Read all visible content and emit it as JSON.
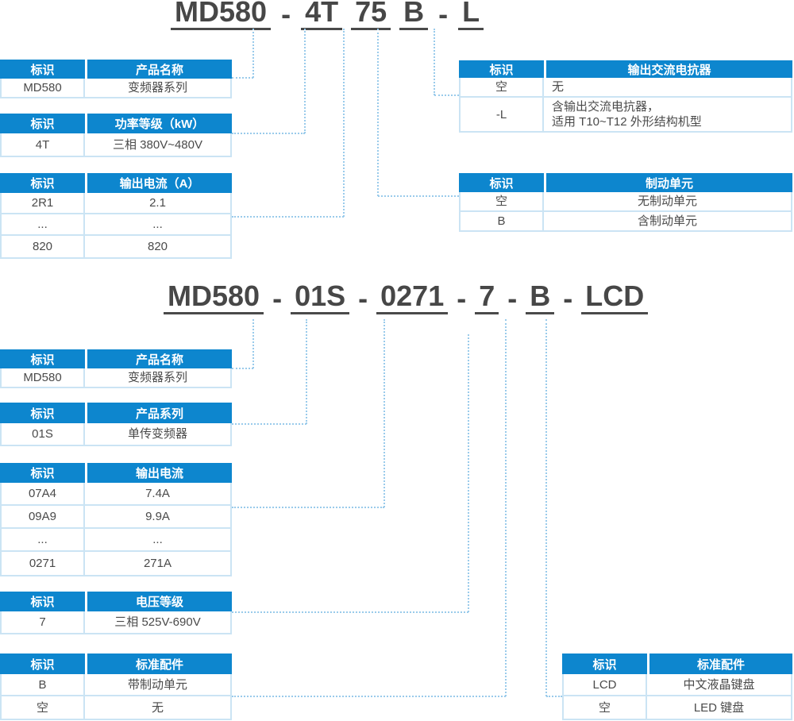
{
  "colors": {
    "header_blue": "#0d86ce",
    "table_border": "#cbe4f4",
    "connector": "#9acbeb",
    "title_text": "#474747",
    "cell_text": "#4a4a4a"
  },
  "diagram1": {
    "title_segments": [
      {
        "text": "MD580",
        "underline": true
      },
      {
        "text": "-",
        "underline": false
      },
      {
        "text": "4T",
        "underline": true
      },
      {
        "text": "75",
        "underline": true
      },
      {
        "text": "B",
        "underline": true
      },
      {
        "text": "-",
        "underline": false
      },
      {
        "text": "L",
        "underline": true
      }
    ],
    "tables": {
      "product_name": {
        "headers": [
          "标识",
          "产品名称"
        ],
        "rows": [
          [
            "MD580",
            "变频器系列"
          ]
        ]
      },
      "power_rating": {
        "headers": [
          "标识",
          "功率等级（kW）"
        ],
        "rows": [
          [
            "4T",
            "三相 380V~480V"
          ]
        ]
      },
      "output_current": {
        "headers": [
          "标识",
          "输出电流（A）"
        ],
        "rows": [
          [
            "2R1",
            "2.1"
          ],
          [
            "...",
            "..."
          ],
          [
            "820",
            "820"
          ]
        ]
      },
      "output_reactor": {
        "headers": [
          "标识",
          "输出交流电抗器"
        ],
        "rows": [
          [
            "空",
            "无"
          ],
          [
            "-L",
            "含输出交流电抗器，\n适用 T10~T12 外形结构机型"
          ]
        ]
      },
      "braking_unit": {
        "headers": [
          "标识",
          "制动单元"
        ],
        "rows": [
          [
            "空",
            "无制动单元"
          ],
          [
            "B",
            "含制动单元"
          ]
        ]
      }
    }
  },
  "diagram2": {
    "title_segments": [
      {
        "text": "MD580",
        "underline": true
      },
      {
        "text": "-",
        "underline": false
      },
      {
        "text": "01S",
        "underline": true
      },
      {
        "text": "-",
        "underline": false
      },
      {
        "text": "0271",
        "underline": true
      },
      {
        "text": "-",
        "underline": false
      },
      {
        "text": "7",
        "underline": true
      },
      {
        "text": "-",
        "underline": false
      },
      {
        "text": "B",
        "underline": true
      },
      {
        "text": "-",
        "underline": false
      },
      {
        "text": "LCD",
        "underline": true
      }
    ],
    "tables": {
      "product_name": {
        "headers": [
          "标识",
          "产品名称"
        ],
        "rows": [
          [
            "MD580",
            "变频器系列"
          ]
        ]
      },
      "product_series": {
        "headers": [
          "标识",
          "产品系列"
        ],
        "rows": [
          [
            "01S",
            "单传变频器"
          ]
        ]
      },
      "output_current": {
        "headers": [
          "标识",
          "输出电流"
        ],
        "rows": [
          [
            "07A4",
            "7.4A"
          ],
          [
            "09A9",
            "9.9A"
          ],
          [
            "...",
            "..."
          ],
          [
            "0271",
            "271A"
          ]
        ]
      },
      "voltage_class": {
        "headers": [
          "标识",
          "电压等级"
        ],
        "rows": [
          [
            "7",
            "三相 525V-690V"
          ]
        ]
      },
      "standard_accessory": {
        "headers": [
          "标识",
          "标准配件"
        ],
        "rows": [
          [
            "B",
            "带制动单元"
          ],
          [
            "空",
            "无"
          ]
        ]
      },
      "keypad": {
        "headers": [
          "标识",
          "标准配件"
        ],
        "rows": [
          [
            "LCD",
            "中文液晶键盘"
          ],
          [
            "空",
            "LED 键盘"
          ]
        ]
      }
    }
  }
}
